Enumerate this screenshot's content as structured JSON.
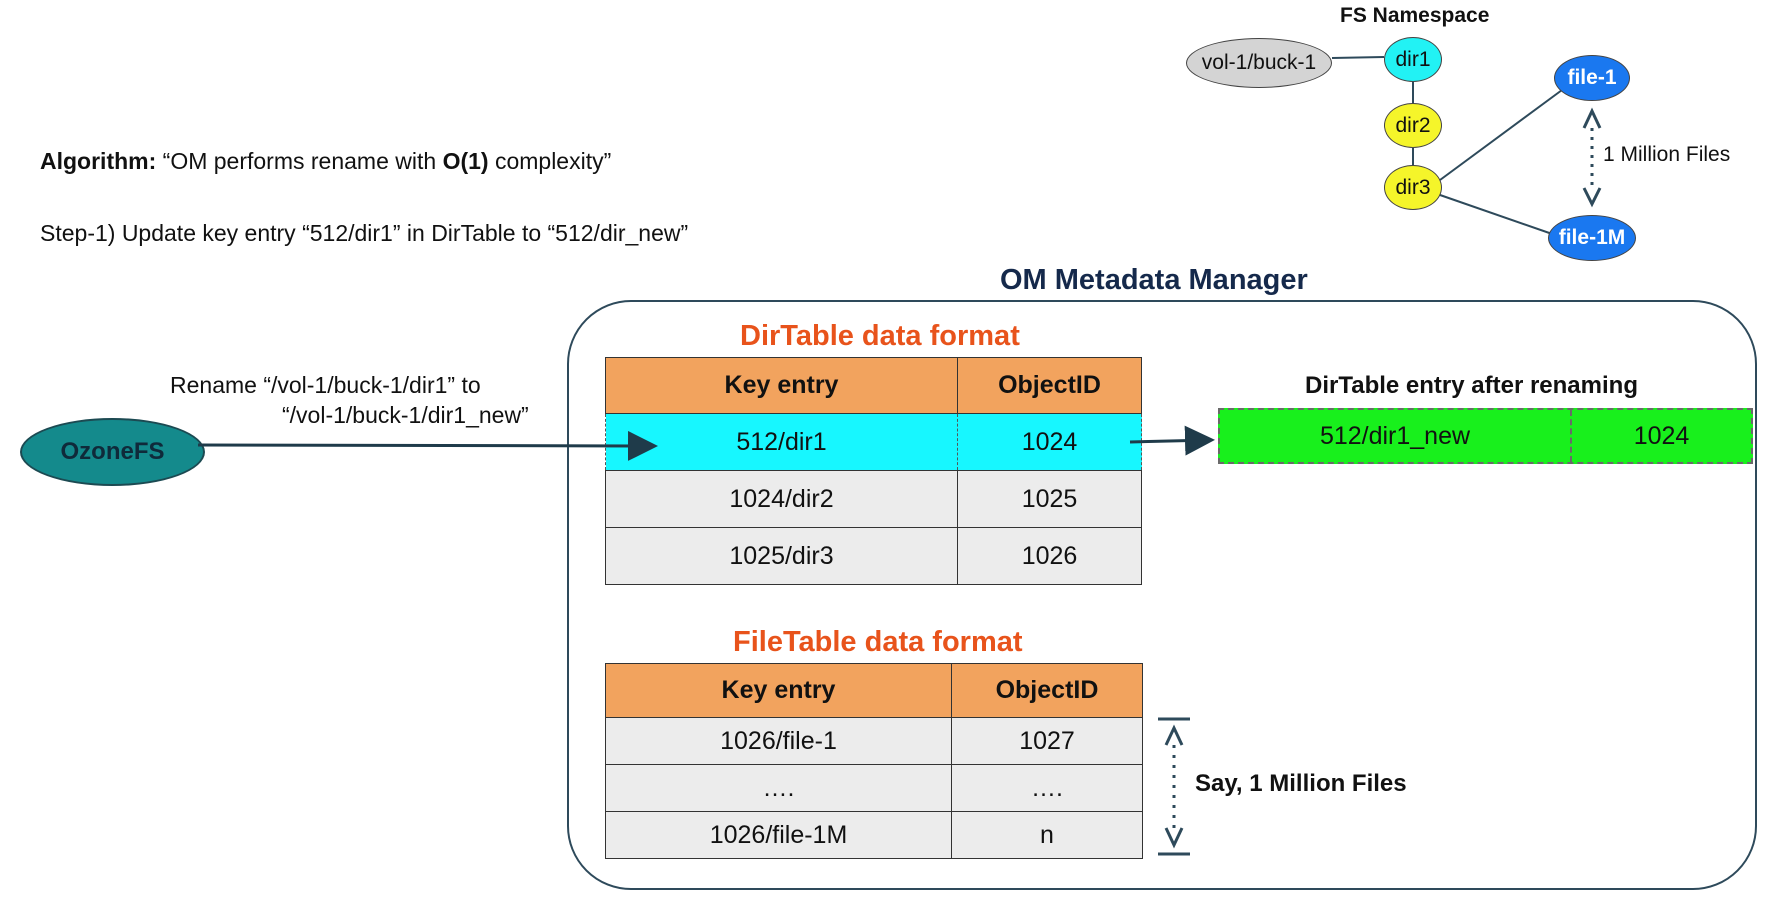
{
  "algorithm": {
    "label": "Algorithm:",
    "quote_open": " “OM performs rename with ",
    "complexity": "O(1)",
    "quote_close": " complexity”"
  },
  "step1": "Step-1) Update key entry “512/dir1” in DirTable to “512/dir_new”",
  "manager_title": "OM Metadata Manager",
  "dir_table": {
    "title": "DirTable data format",
    "headers": [
      "Key entry",
      "ObjectID"
    ],
    "rows": [
      [
        "512/dir1",
        "1024"
      ],
      [
        "1024/dir2",
        "1025"
      ],
      [
        "1025/dir3",
        "1026"
      ]
    ]
  },
  "after_rename": {
    "title": "DirTable entry after renaming",
    "key": "512/dir1_new",
    "object_id": "1024"
  },
  "file_table": {
    "title": "FileTable data format",
    "headers": [
      "Key entry",
      "ObjectID"
    ],
    "rows": [
      [
        "1026/file-1",
        "1027"
      ],
      [
        "….",
        "…."
      ],
      [
        "1026/file-1M",
        "n"
      ]
    ]
  },
  "file_count_note": "Say, 1 Million Files",
  "ozonefs": {
    "label": "OzoneFS",
    "rename_line1": "Rename “/vol-1/buck-1/dir1” to",
    "rename_line2": "“/vol-1/buck-1/dir1_new”"
  },
  "fs_namespace": {
    "title": "FS Namespace",
    "nodes": {
      "volume": "vol-1/buck-1",
      "dir1": "dir1",
      "dir2": "dir2",
      "dir3": "dir3",
      "file_first": "file-1",
      "file_last": "file-1M"
    },
    "files_note": "1 Million Files"
  },
  "colors": {
    "table_header": "#f2a35e",
    "table_row": "#ececec",
    "highlight_row": "#17f7ff",
    "renamed_row": "#18f01c",
    "table_title": "#e8531b",
    "manager_title": "#15294b",
    "ozonefs_fill": "#148a8c",
    "dir1_fill": "#22f2f4",
    "dir_fill": "#f5f52a",
    "file_fill": "#1a78f0",
    "volume_fill": "#d4d4d4"
  }
}
